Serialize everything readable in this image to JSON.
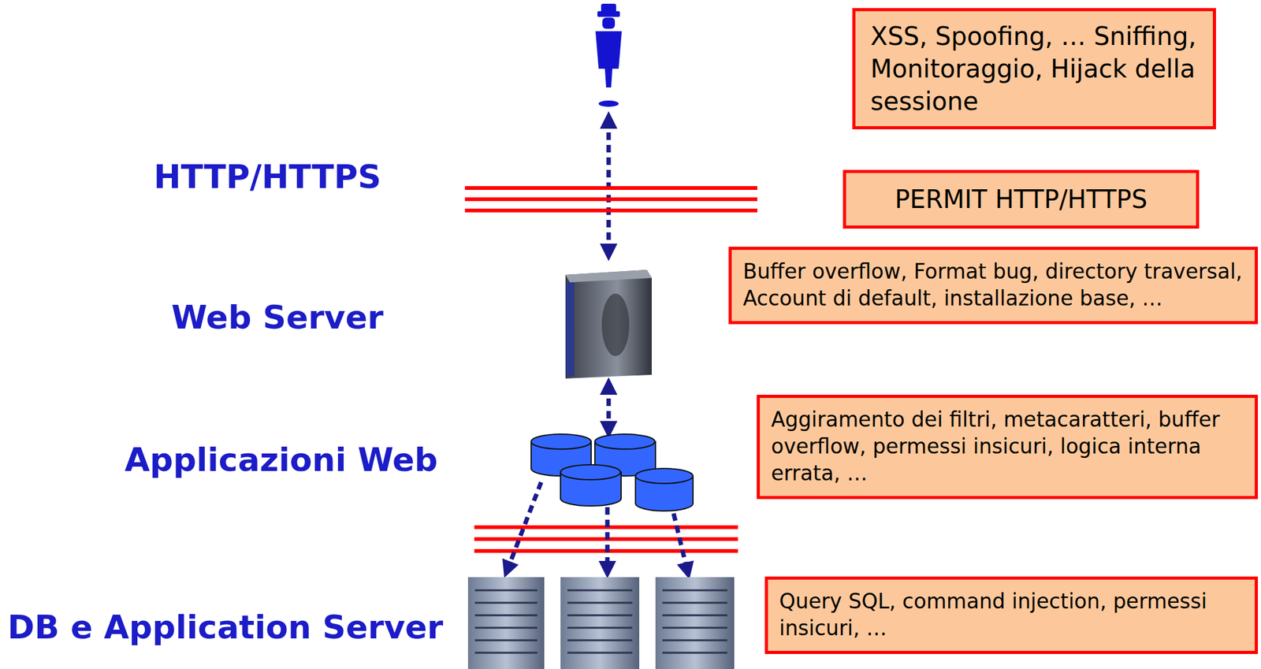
{
  "diagram": {
    "nodes": [
      {
        "text": [
          "XSS, Spoofing, … Sniffing, Monitoraggio, Hijack della sessione"
        ]
      },
      {
        "text": [
          "PERMIT HTTP/HTTPS"
        ]
      },
      {
        "text": [
          "Buffer overflow, Format bug, directory traversal, Account di default, installazione base, …"
        ]
      },
      {
        "text": [
          "Aggiramento dei filtri, metacaratteri, buffer overflow, permessi insicuri, logica interna errata, …"
        ]
      },
      {
        "text": [
          "Query SQL, command injection, permessi insicuri, …"
        ]
      }
    ],
    "labels": [
      "HTTP/HTTPS",
      "Web Server",
      "Applicazioni Web",
      "DB e Application Server"
    ]
  }
}
